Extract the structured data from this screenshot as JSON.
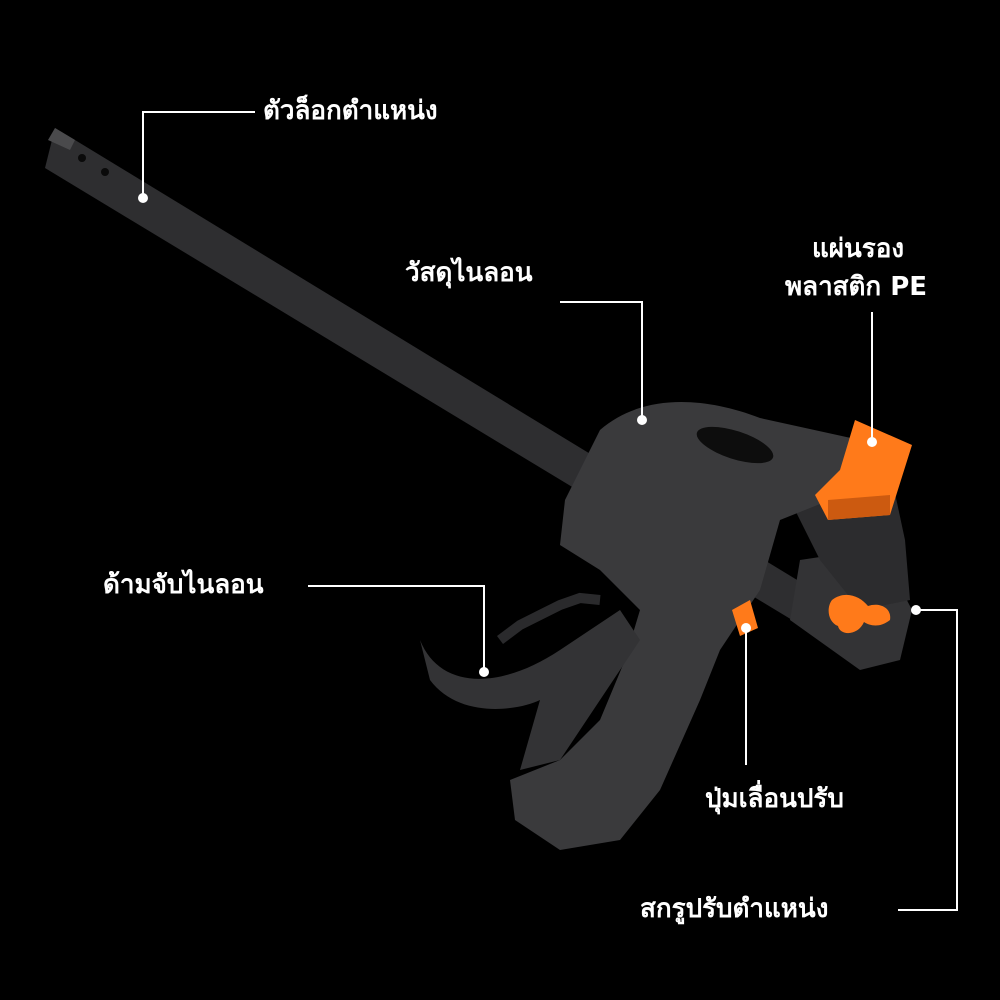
{
  "labels": {
    "position_lock": "ตัวล็อกตำแหน่ง",
    "nylon_material": "วัสดุไนลอน",
    "pe_pad_line1": "แผ่นรอง",
    "pe_pad_line2": "พลาสติก PE",
    "nylon_handle": "ด้ามจับไนลอน",
    "slide_button": "ปุ่มเลื่อนปรับ",
    "adjust_screw": "สกรูปรับตำแหน่ง"
  },
  "colors": {
    "background": "#000000",
    "body": "#3a3a3c",
    "body_dark": "#262628",
    "accent": "#ff7a1a",
    "text": "#ffffff"
  }
}
